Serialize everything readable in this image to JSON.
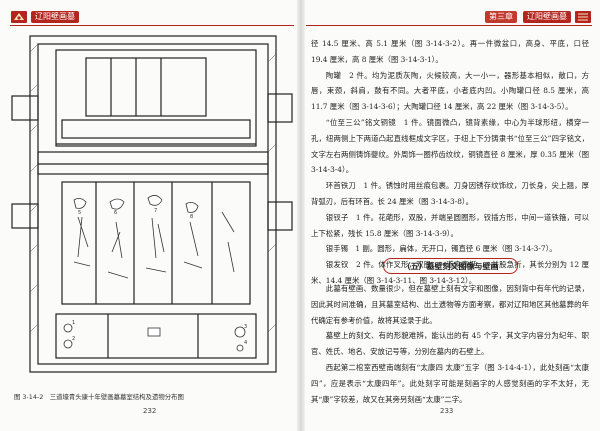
{
  "header": {
    "left_tag": "辽阳壁画墓",
    "right_chapter": "第三章",
    "right_title": "辽阳壁画墓"
  },
  "left_page": {
    "figure_caption": "图 3-14-2　三道壕青头康十年壁画墓墓室结构及遗物分布图",
    "page_number": "232"
  },
  "right_page": {
    "page_number": "233",
    "paragraphs_top": [
      "径 14.5 厘米、高 5.1 厘米（图 3-14-3-2）。再一件微盆口，高身、平底，口径 19.4 厘米，高 8 厘米（图 3-14-3-1）。",
      "陶罐　2 件。均为泥质灰陶，火候较高，大一小一，器形基本相似，敞口，方唇，束颈，斜肩，鼓有不同。大者平底，小者底内凹。小陶罐口径 8.5 厘米，高 11.7 厘米（图 3-14-3-6）；大陶罐口径 14 厘米，高 22 厘米（图 3-14-3-5）。",
      "“位至三公”铭文铜镜　1 件。镜面微凸，镜背素缘，中心为半球形纽，横穿一孔，纽两侧上下两道凸起直线框成文字区，于纽上下分铸隶书“位至三公”四字铭文，文字左右两侧铸饰夔纹。外周饰一圈栉齿纹纹，铜镜直径 8 厘米，厚 0.35 厘米（图 3-14-3-4）。",
      "环首铁刀　1 件。锈蚀时用丝痕包裹。刀身因锈存纹饰纹，刀长身，尖上翘，厚背弧刃，后有环首。长 24 厘米（图 3-14-3-8）。",
      "银钗子　1 件。花葩形，双股，并端呈圆圈形，钗插方形，中间一道铁箍，可以上下松紧，残长 15.8 厘米（图 3-14-3-9）。",
      "银手镯　1 副。圆形，扁体，无开口，镯直径 6 厘米（图 3-14-3-7）。",
      "银发钗　2 件。体作叉形，双股，一道身直挺，一并股急折，其长分别为 12 厘米、14.4 厘米（图 3-14-3-11、图 3-14-3-12）。"
    ],
    "section_title": "（五）墓壁刻文图像与壁画",
    "paragraphs_bottom": [
      "此墓有壁画、数量很少，但在墓壁上刻有文字和图像，因刻背中有年代的记录，因此其时间准确，且其墓室结构、出土遗物等方面考察，都对辽阳地区其他墓葬的年代确定有参考价值，故将其迳录于此。",
      "墓壁上的刻文、有的形貌难辨，能认出的有 45 个字，其文字内容分为纪年、职官、姓氏、地名、安放记号等，分别在墓内的石壁上。",
      "西起第二棺室西壁南端刻有“太康四 太康”五字（图 3-14-4-1），此处刻画“太康四”，应是表示“太康四年”。此处刻字可能是刻画字的人感觉刻画的字不太好，无其“康”字较差，故又在其旁另刻画“太康”二字。"
    ]
  }
}
